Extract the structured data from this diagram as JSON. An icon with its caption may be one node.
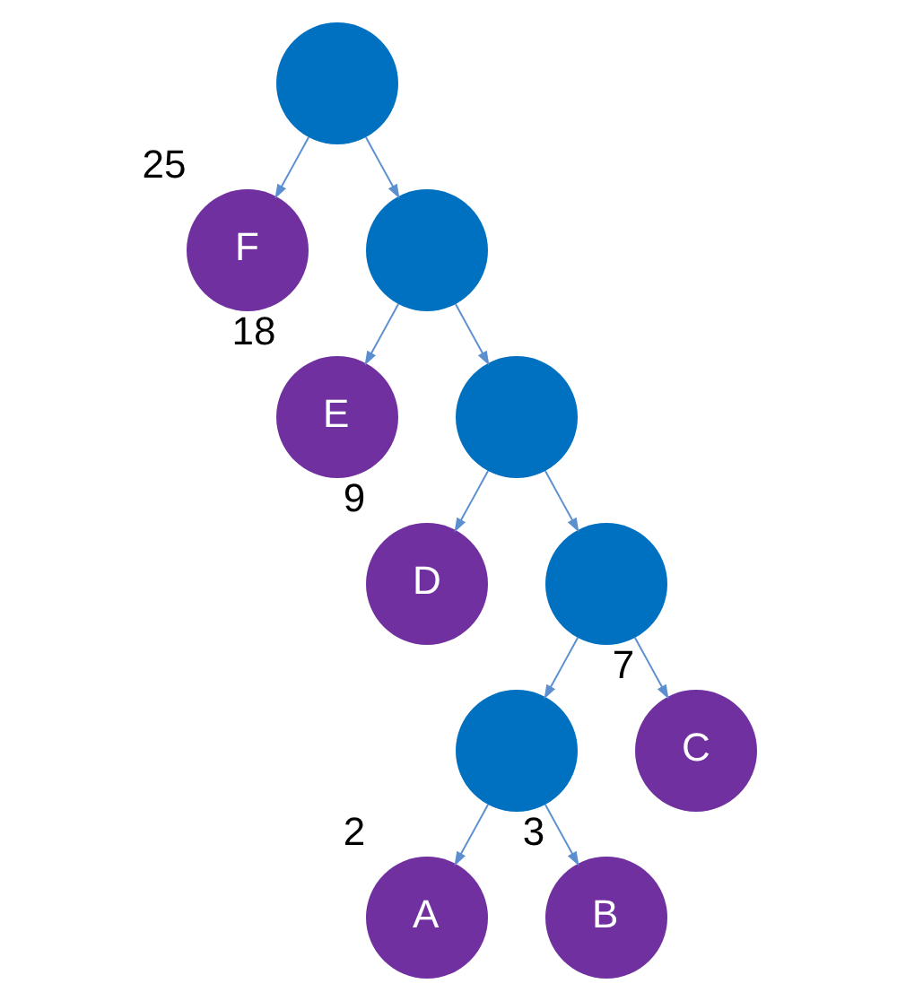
{
  "diagram": {
    "nodes": [
      {
        "text": [],
        "shape": "circle"
      },
      {
        "text": [
          "F"
        ],
        "beside": [
          "25"
        ]
      },
      {
        "text": [],
        "shape": "circle"
      },
      {
        "text": [
          "E"
        ],
        "beside": [
          "18"
        ]
      },
      {
        "text": [],
        "shape": "circle"
      },
      {
        "text": [
          "D"
        ],
        "beside": [
          "9"
        ]
      },
      {
        "text": [],
        "shape": "circle"
      },
      {
        "text": [],
        "shape": "circle"
      },
      {
        "text": [
          "C"
        ],
        "beside": [
          "7"
        ]
      },
      {
        "text": [
          "A"
        ],
        "beside": [
          "2"
        ]
      },
      {
        "text": [
          "B"
        ],
        "beside": [
          "3"
        ]
      }
    ],
    "edges": [
      {
        "from": 0,
        "to": 1,
        "arrow": "to"
      },
      {
        "from": 0,
        "to": 2,
        "arrow": "to"
      },
      {
        "from": 2,
        "to": 3,
        "arrow": "to"
      },
      {
        "from": 2,
        "to": 4,
        "arrow": "to"
      },
      {
        "from": 4,
        "to": 5,
        "arrow": "to"
      },
      {
        "from": 4,
        "to": 6,
        "arrow": "to"
      },
      {
        "from": 6,
        "to": 7,
        "arrow": "to"
      },
      {
        "from": 6,
        "to": 8,
        "arrow": "to"
      },
      {
        "from": 7,
        "to": 9,
        "arrow": "to"
      },
      {
        "from": 7,
        "to": 10,
        "arrow": "to"
      }
    ]
  }
}
